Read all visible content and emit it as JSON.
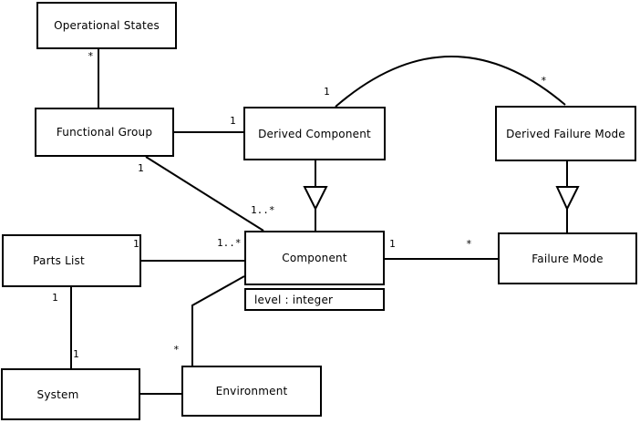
{
  "diagram": {
    "classes": {
      "operational_states": {
        "label": "Operational States"
      },
      "functional_group": {
        "label": "Functional Group"
      },
      "derived_component": {
        "label": "Derived Component"
      },
      "derived_failure_mode": {
        "label": "Derived Failure Mode"
      },
      "parts_list": {
        "label": "Parts List"
      },
      "component": {
        "label": "Component",
        "attribute": "level : integer"
      },
      "failure_mode": {
        "label": "Failure Mode"
      },
      "system": {
        "label": "System"
      },
      "environment": {
        "label": "Environment"
      }
    },
    "multiplicities": {
      "opstates_fg_star": "*",
      "fg_dc_one": "1",
      "dc_dfm_one": "1",
      "dc_dfm_star": "*",
      "fg_comp_one": "1",
      "fg_comp_many": "1..*",
      "pl_comp_one": "1",
      "pl_comp_many": "1..*",
      "comp_fm_one": "1",
      "comp_fm_star": "*",
      "pl_sys_one_upper": "1",
      "pl_sys_one_lower": "1",
      "env_comp_star": "*"
    },
    "colors": {
      "line": "#000000",
      "background": "#ffffff",
      "box_fill": "#ffffff"
    }
  }
}
